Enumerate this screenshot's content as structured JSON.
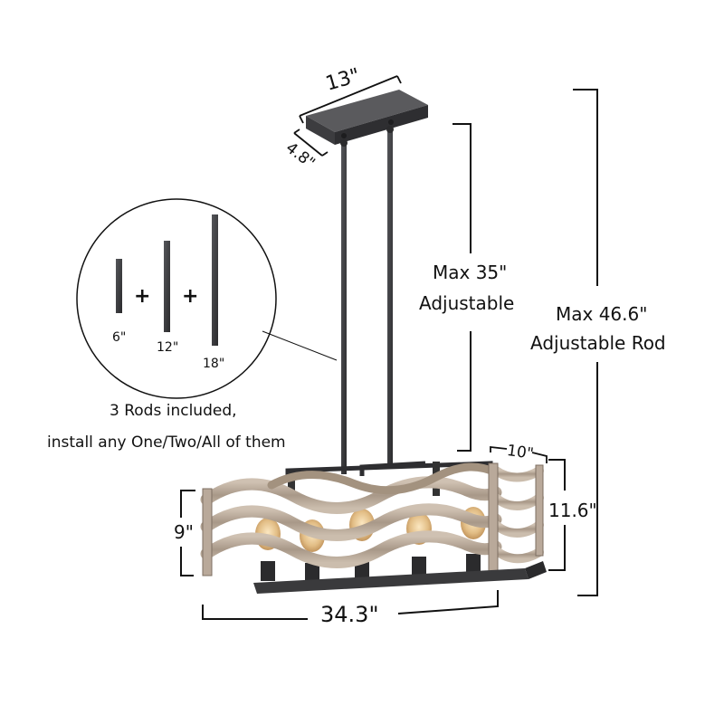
{
  "dimensions": {
    "canopy_length": "13\"",
    "canopy_width": "4.8\"",
    "rod_adjustable_line1": "Max 35\"",
    "rod_adjustable_line2": "Adjustable",
    "total_adjustable_line1": "Max 46.6\"",
    "total_adjustable_line2": "Adjustable Rod",
    "shade_depth": "10\"",
    "body_height": "11.6\"",
    "shade_height": "9\"",
    "body_length": "34.3\""
  },
  "rods": {
    "labels": [
      "6\"",
      "12\"",
      "18\""
    ],
    "plus_sign": "+",
    "note_line1": "3 Rods included,",
    "note_line2": "install any One/Two/All of them"
  },
  "colors": {
    "metal": "#3a3a3c",
    "wood": "#b9a99a",
    "wood_dark": "#7d6e62",
    "bulb_glow": "#e7c38a"
  }
}
